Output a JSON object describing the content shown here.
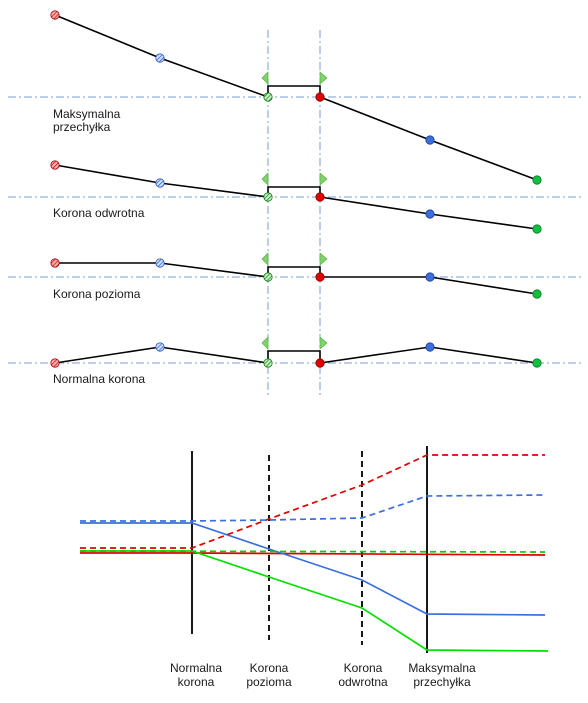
{
  "top_section": {
    "rows": [
      {
        "id": "maksymalna",
        "label_line1": "Maksymalna",
        "label_line2": "przechyłka"
      },
      {
        "id": "odwrotna",
        "label_line1": "Korona odwrotna"
      },
      {
        "id": "pozioma",
        "label_line1": "Korona pozioma"
      },
      {
        "id": "normalna",
        "label_line1": "Normalna korona"
      }
    ]
  },
  "bottom_section": {
    "stages": [
      {
        "id": "normalna",
        "line1": "Normalna",
        "line2": "korona"
      },
      {
        "id": "pozioma",
        "line1": "Korona",
        "line2": "pozioma"
      },
      {
        "id": "odwrotna",
        "line1": "Korona",
        "line2": "odwrotna"
      },
      {
        "id": "maksymalna",
        "line1": "Maksymalna",
        "line2": "przechyłka"
      }
    ]
  },
  "colors": {
    "red": "#e00000",
    "blue": "#3b6fe0",
    "green": "#00cc00",
    "axis": "#7a9fd0",
    "flag": "#7fd36a"
  }
}
